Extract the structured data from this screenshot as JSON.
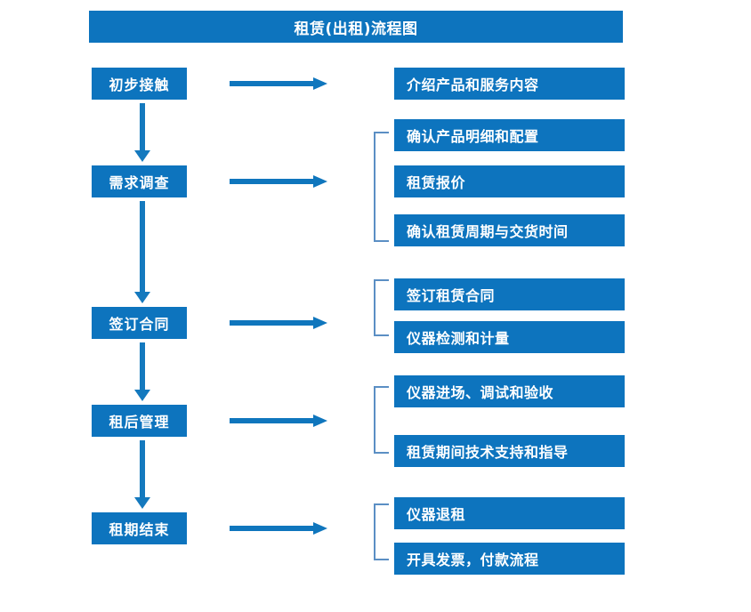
{
  "title": {
    "text": "租赁(出租)流程图"
  },
  "colors": {
    "brand_blue": "#0D74BE",
    "arrow_blue": "#0F76BD",
    "bracket_blue": "#5B8FC4",
    "background": "#FFFFFF",
    "text": "#FFFFFF"
  },
  "flow": {
    "stages": [
      {
        "label": "初步接触"
      },
      {
        "label": "需求调查"
      },
      {
        "label": "签订合同"
      },
      {
        "label": "租后管理"
      },
      {
        "label": "租期结束"
      }
    ],
    "details": [
      {
        "label": "介绍产品和服务内容"
      },
      {
        "label": "确认产品明细和配置"
      },
      {
        "label": "租赁报价"
      },
      {
        "label": "确认租赁周期与交货时间"
      },
      {
        "label": "签订租赁合同"
      },
      {
        "label": "仪器检测和计量"
      },
      {
        "label": "仪器进场、调试和验收"
      },
      {
        "label": "租赁期间技术支持和指导"
      },
      {
        "label": "仪器退租"
      },
      {
        "label": "开具发票，付款流程"
      }
    ]
  }
}
